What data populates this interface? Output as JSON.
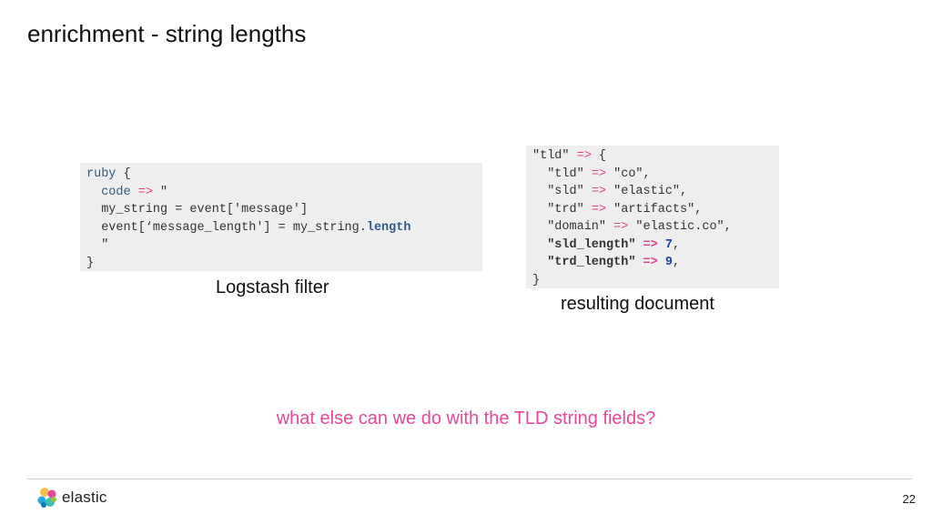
{
  "slide": {
    "title": "enrichment - string lengths",
    "question": "what else can we do with the TLD string fields?",
    "page_number": "22",
    "logo_text": "elastic",
    "accent_color": "#e8479a"
  },
  "left_panel": {
    "caption": "Logstash filter",
    "lines": [
      "ruby {",
      "  code => \"",
      "  my_string = event['message']",
      "  event[‘message_length'] = my_string.length",
      "  \"",
      "}"
    ]
  },
  "right_panel": {
    "caption": "resulting document",
    "lines": [
      "\"tld\" => {",
      "  \"tld\" => \"co\",",
      "  \"sld\" => \"elastic\",",
      "  \"trd\" => \"artifacts\",",
      "  \"domain\" => \"elastic.co\",",
      "  \"sld_length\" => 7,",
      "  \"trd_length\" => 9,",
      "}"
    ]
  }
}
